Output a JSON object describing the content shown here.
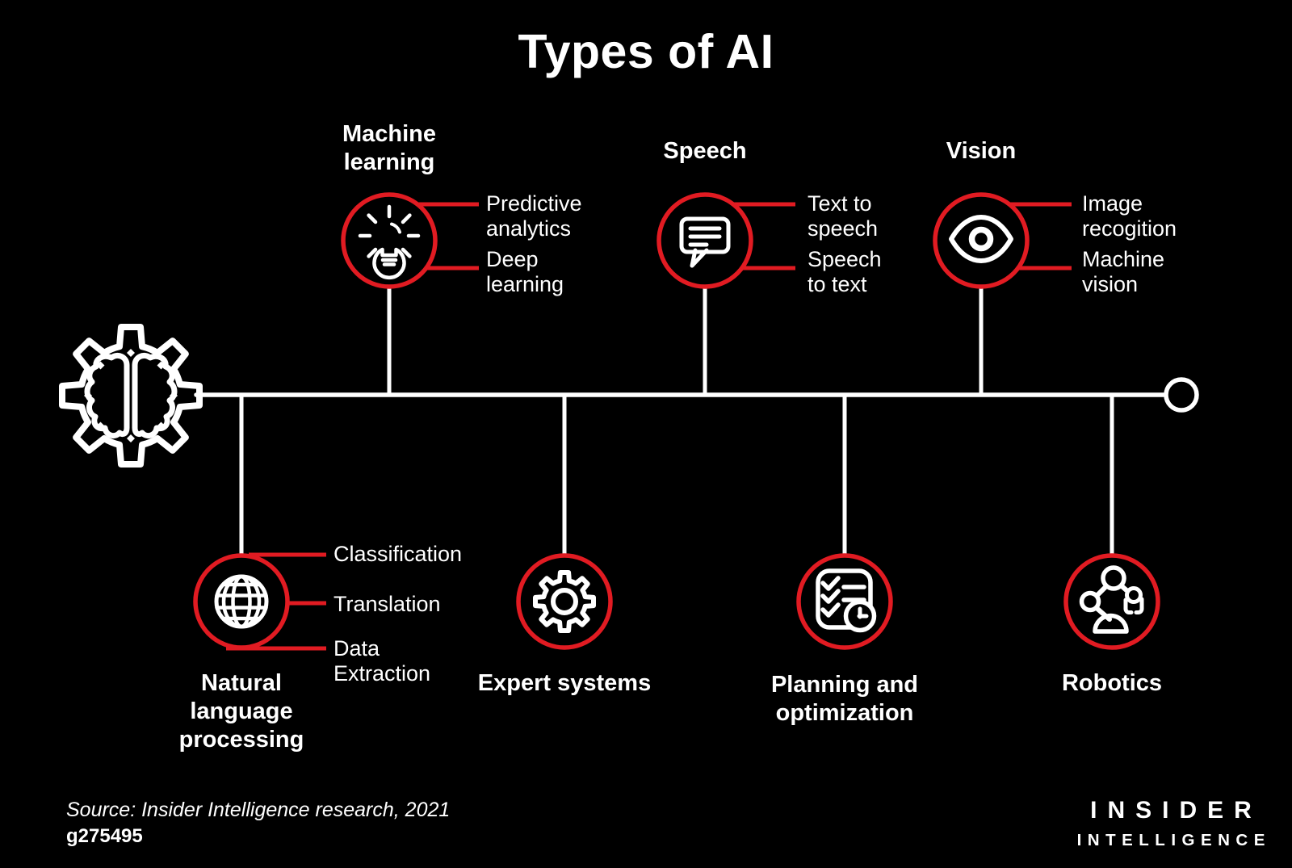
{
  "title": "Types of AI",
  "colors": {
    "background": "#000000",
    "foreground": "#ffffff",
    "accent_red": "#e11b22"
  },
  "nodes": {
    "machine_learning": {
      "label": "Machine learning",
      "icon": "lightbulb-icon",
      "items": [
        "Predictive analytics",
        "Deep learning"
      ]
    },
    "speech": {
      "label": "Speech",
      "icon": "speech-bubble-icon",
      "items": [
        "Text to speech",
        "Speech to text"
      ]
    },
    "vision": {
      "label": "Vision",
      "icon": "eye-icon",
      "items": [
        "Image recogition",
        "Machine vision"
      ]
    },
    "natural_language_processing": {
      "label": "Natural language processing",
      "icon": "globe-icon",
      "items": [
        "Classification",
        "Translation",
        "Data Extraction"
      ]
    },
    "expert_systems": {
      "label": "Expert systems",
      "icon": "gear-icon",
      "items": []
    },
    "planning_optimization": {
      "label": "Planning and optimization",
      "icon": "checklist-clock-icon",
      "items": []
    },
    "robotics": {
      "label": "Robotics",
      "icon": "robot-arm-icon",
      "items": []
    }
  },
  "timeline_start_icon": "gear-brain-icon",
  "footer": {
    "source": "Source: Insider Intelligence research, 2021",
    "code": "g275495"
  },
  "logo": {
    "line1": "INSIDER",
    "line2": "INTELLIGENCE"
  }
}
